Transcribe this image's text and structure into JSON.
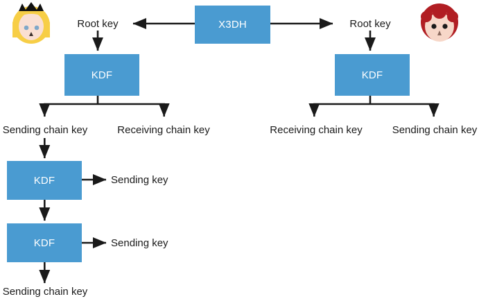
{
  "diagram": {
    "title": "Double Ratchet key derivation diagram",
    "colors": {
      "box_fill": "#4A9BD1",
      "box_text": "#FFFFFF",
      "label_text": "#1A1A1A",
      "edge": "#1A1A1A",
      "background": "#FFFFFF",
      "alice_hair": "#F7CE46",
      "alice_skin": "#FADFD2",
      "alice_crown": "#111111",
      "alice_eyes": "#7FA8C9",
      "bob_hair": "#B11E23",
      "bob_skin": "#F7D7C8",
      "bob_eyes": "#1A1A1A"
    },
    "nodes": {
      "x3dh": "X3DH",
      "kdf_alice_root": "KDF",
      "kdf_bob_root": "KDF",
      "kdf_alice_chain_1": "KDF",
      "kdf_alice_chain_2": "KDF"
    },
    "labels": {
      "alice_root_key": "Root key",
      "bob_root_key": "Root key",
      "alice_sending_chain_key": "Sending chain key",
      "alice_receiving_chain_key": "Receiving chain key",
      "bob_receiving_chain_key": "Receiving chain key",
      "bob_sending_chain_key": "Sending chain key",
      "alice_sending_key_1": "Sending key",
      "alice_sending_key_2": "Sending key",
      "alice_next_sending_chain_key": "Sending chain key"
    },
    "avatars": {
      "alice": "alice-avatar",
      "bob": "bob-avatar"
    },
    "icons": {
      "arrow": "arrow-head-icon"
    }
  }
}
